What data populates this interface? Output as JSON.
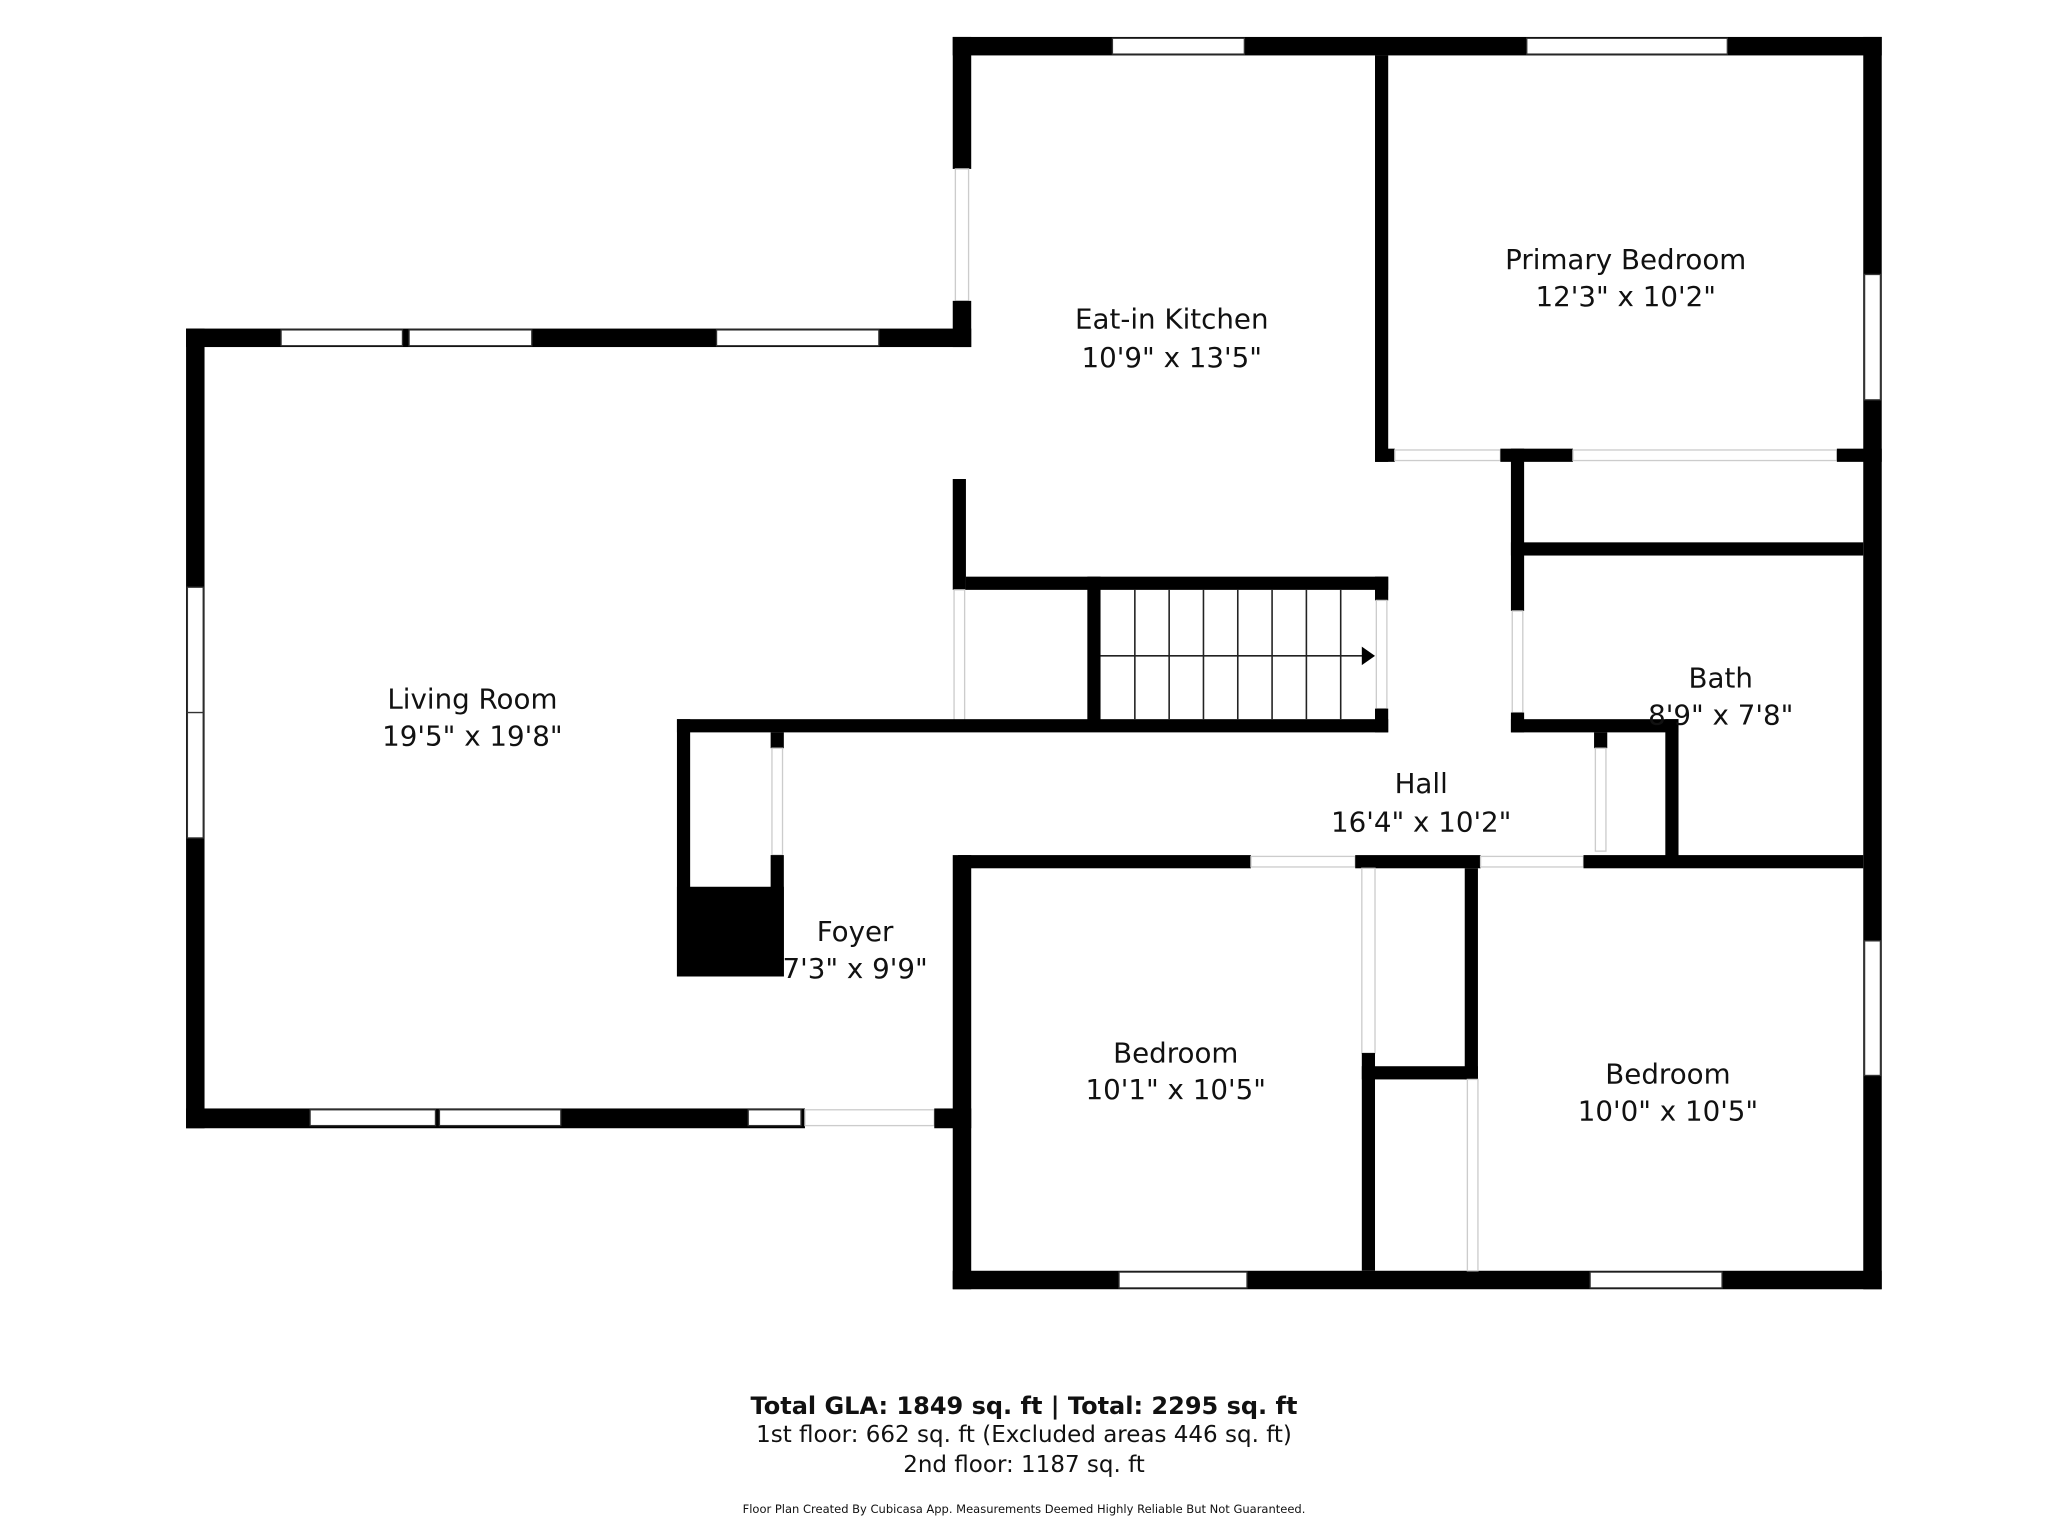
{
  "rooms": [
    {
      "name": "Eat-in Kitchen",
      "size": "10'9\" x 13'5\""
    },
    {
      "name": "Primary Bedroom",
      "size": "12'3\" x 10'2\""
    },
    {
      "name": "Living Room",
      "size": "19'5\" x 19'8\""
    },
    {
      "name": "Bath",
      "size": "8'9\" x 7'8\""
    },
    {
      "name": "Hall",
      "size": "16'4\" x 10'2\""
    },
    {
      "name": "Foyer",
      "size": "7'3\" x 9'9\""
    },
    {
      "name": "Bedroom",
      "size": "10'1\" x 10'5\""
    },
    {
      "name": "Bedroom",
      "size": "10'0\" x 10'5\""
    }
  ],
  "summary": {
    "total": "Total GLA: 1849 sq. ft | Total: 2295 sq. ft",
    "first_floor": "1st floor: 662 sq. ft (Excluded areas 446 sq. ft)",
    "second_floor": "2nd floor: 1187 sq. ft",
    "disclaimer": "Floor Plan Created By Cubicasa App. Measurements Deemed Highly Reliable But Not Guaranteed."
  }
}
